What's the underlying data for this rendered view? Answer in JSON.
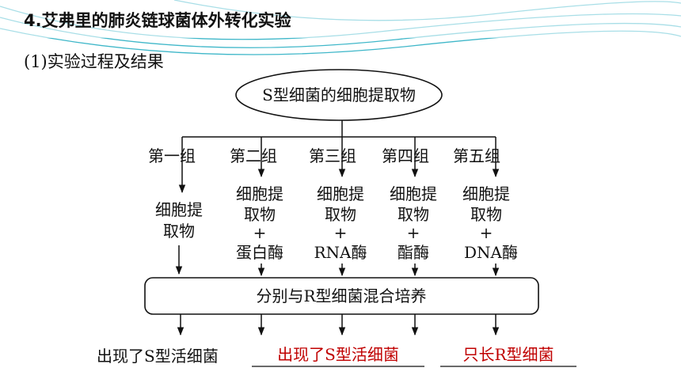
{
  "header": {
    "title": "4.艾弗里的肺炎链球菌体外转化实验",
    "subtitle": "(1)实验过程及结果"
  },
  "diagram": {
    "source_node": "S型细菌的细胞提取物",
    "groups": [
      {
        "label": "第一组",
        "content": [
          "细胞提",
          "取物"
        ],
        "plus": "",
        "enzyme": ""
      },
      {
        "label": "第二组",
        "content": [
          "细胞提",
          "取物"
        ],
        "plus": "+",
        "enzyme": "蛋白酶"
      },
      {
        "label": "第三组",
        "content": [
          "细胞提",
          "取物"
        ],
        "plus": "+",
        "enzyme": "RNA酶"
      },
      {
        "label": "第四组",
        "content": [
          "细胞提",
          "取物"
        ],
        "plus": "+",
        "enzyme": "酯酶"
      },
      {
        "label": "第五组",
        "content": [
          "细胞提",
          "取物"
        ],
        "plus": "+",
        "enzyme": "DNA酶"
      }
    ],
    "mix_box": "分别与R型细菌混合培养",
    "results": {
      "given": "出现了S型活细菌",
      "answer1": "出现了S型活细菌",
      "answer2": "只长R型细菌"
    },
    "colors": {
      "line": "#111111",
      "answer": "#c00000",
      "accent": "#3fb7c9"
    }
  }
}
